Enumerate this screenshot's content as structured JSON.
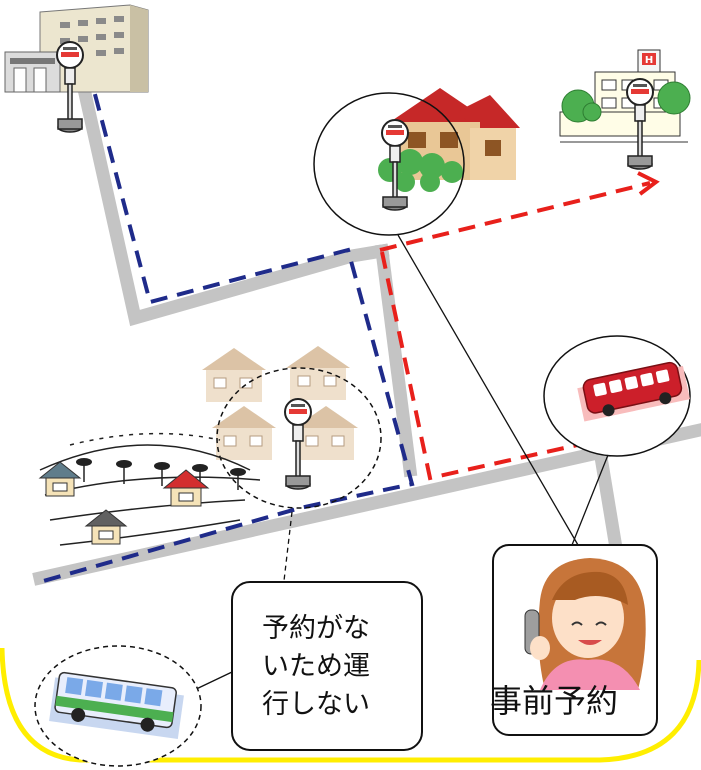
{
  "callout": {
    "line1": "予約がな",
    "line2": "いため運",
    "line3": "行しない"
  },
  "reservation_label": "事前予約",
  "colors": {
    "road": "#c4c4c4",
    "route_blue": "#1f2b8a",
    "route_red": "#e8201b",
    "border_yellow": "#ffee00",
    "bus_red": "#cc1f2a",
    "bus_green": "#4caf50"
  },
  "icons": {
    "bus_stop": "bus-stop-icon",
    "building": "building-icon",
    "house": "house-icon",
    "hospital": "hospital-icon",
    "bus": "bus-icon",
    "phone_person": "phone-person-icon"
  }
}
